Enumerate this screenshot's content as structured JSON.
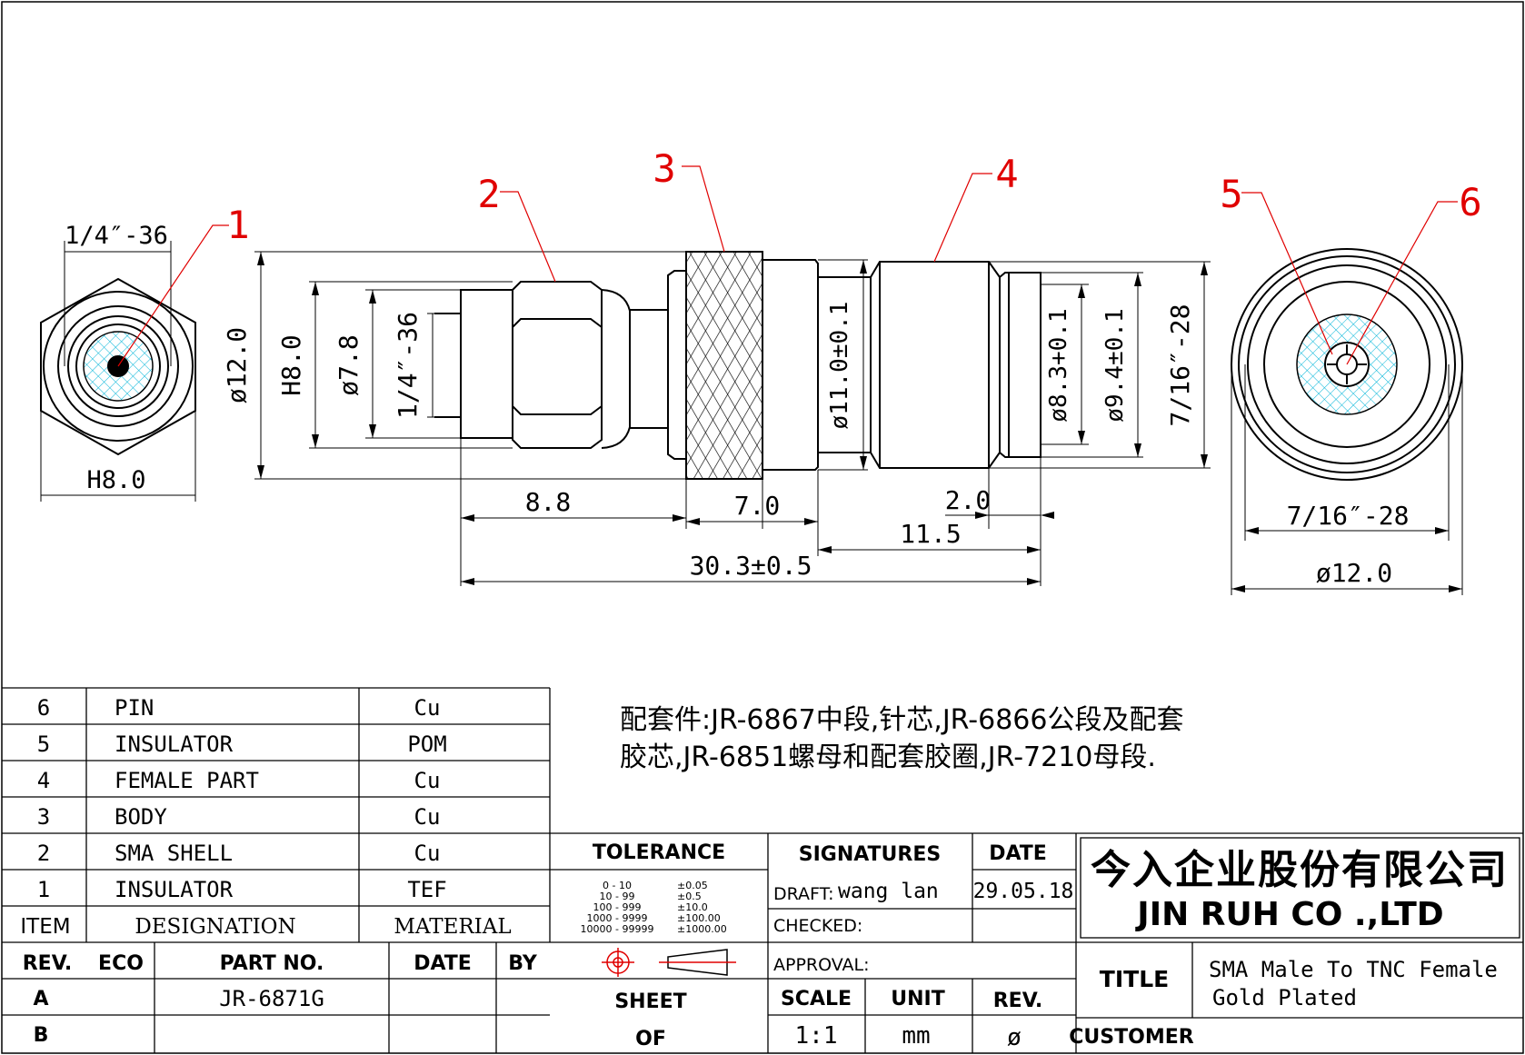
{
  "callouts": [
    "1",
    "2",
    "3",
    "4",
    "5",
    "6"
  ],
  "dimensions": {
    "end_thread": "1/4″-36",
    "end_hex": "H8.0",
    "dia12": "ø12.0",
    "hex8": "H8.0",
    "dia78": "ø7.8",
    "thread_q": "1/4″-36",
    "dia11": "ø11.0±0.1",
    "dia83": "ø8.3+0.1",
    "dia94": "ø9.4±0.1",
    "thread_716": "7/16″-28",
    "len88": "8.8",
    "len70": "7.0",
    "len20": "2.0",
    "len115": "11.5",
    "len_total": "30.3±0.5",
    "right_thread": "7/16″-28",
    "right_dia": "ø12.0"
  },
  "bom": [
    {
      "item": "6",
      "designation": "PIN",
      "material": "Cu"
    },
    {
      "item": "5",
      "designation": "INSULATOR",
      "material": "POM"
    },
    {
      "item": "4",
      "designation": "FEMALE PART",
      "material": "Cu"
    },
    {
      "item": "3",
      "designation": "BODY",
      "material": "Cu"
    },
    {
      "item": "2",
      "designation": "SMA SHELL",
      "material": "Cu"
    },
    {
      "item": "1",
      "designation": "INSULATOR",
      "material": "TEF"
    }
  ],
  "bom_header": {
    "item": "ITEM",
    "designation": "DESIGNATION",
    "material": "MATERIAL"
  },
  "notes": [
    "配套件:JR-6867中段,针芯,JR-6866公段及配套",
    "胶芯,JR-6851螺母和配套胶圈,JR-7210母段."
  ],
  "title_block": {
    "rev": "REV.",
    "eco": "ECO",
    "part_no": "PART NO.",
    "date": "DATE",
    "by": "BY",
    "rev_a": "A",
    "part_value": "JR-6871G",
    "rev_b": "B",
    "tolerance": "TOLERANCE",
    "tol_rows": [
      {
        "range": "0  -  10",
        "tol": "±0.05"
      },
      {
        "range": "10  -  99",
        "tol": "±0.5"
      },
      {
        "range": "100  -  999",
        "tol": "±10.0"
      },
      {
        "range": "1000  -  9999",
        "tol": "±100.00"
      },
      {
        "range": "10000  -  99999",
        "tol": "±1000.00"
      }
    ],
    "sheet": "SHEET",
    "of": "OF",
    "signatures": "SIGNATURES",
    "date_label": "DATE",
    "draft": "DRAFT:",
    "draft_name": "wang lan",
    "draft_date": "29.05.18",
    "checked": "CHECKED:",
    "approval": "APPROVAL:",
    "scale": "SCALE",
    "scale_value": "1:1",
    "unit": "UNIT",
    "unit_value": "mm",
    "rev_label": "REV.",
    "rev_value": "ø",
    "company_cn": "今入企业股份有限公司",
    "company_en": "JIN  RUH  CO .,LTD",
    "title_label": "TITLE",
    "title_line1": "SMA  Male  To  TNC  Female",
    "title_line2": "Gold  Plated",
    "customer": "CUSTOMER"
  },
  "colors": {
    "callout": "#e00000",
    "hatch": "#00b4d8",
    "line": "#000000"
  }
}
